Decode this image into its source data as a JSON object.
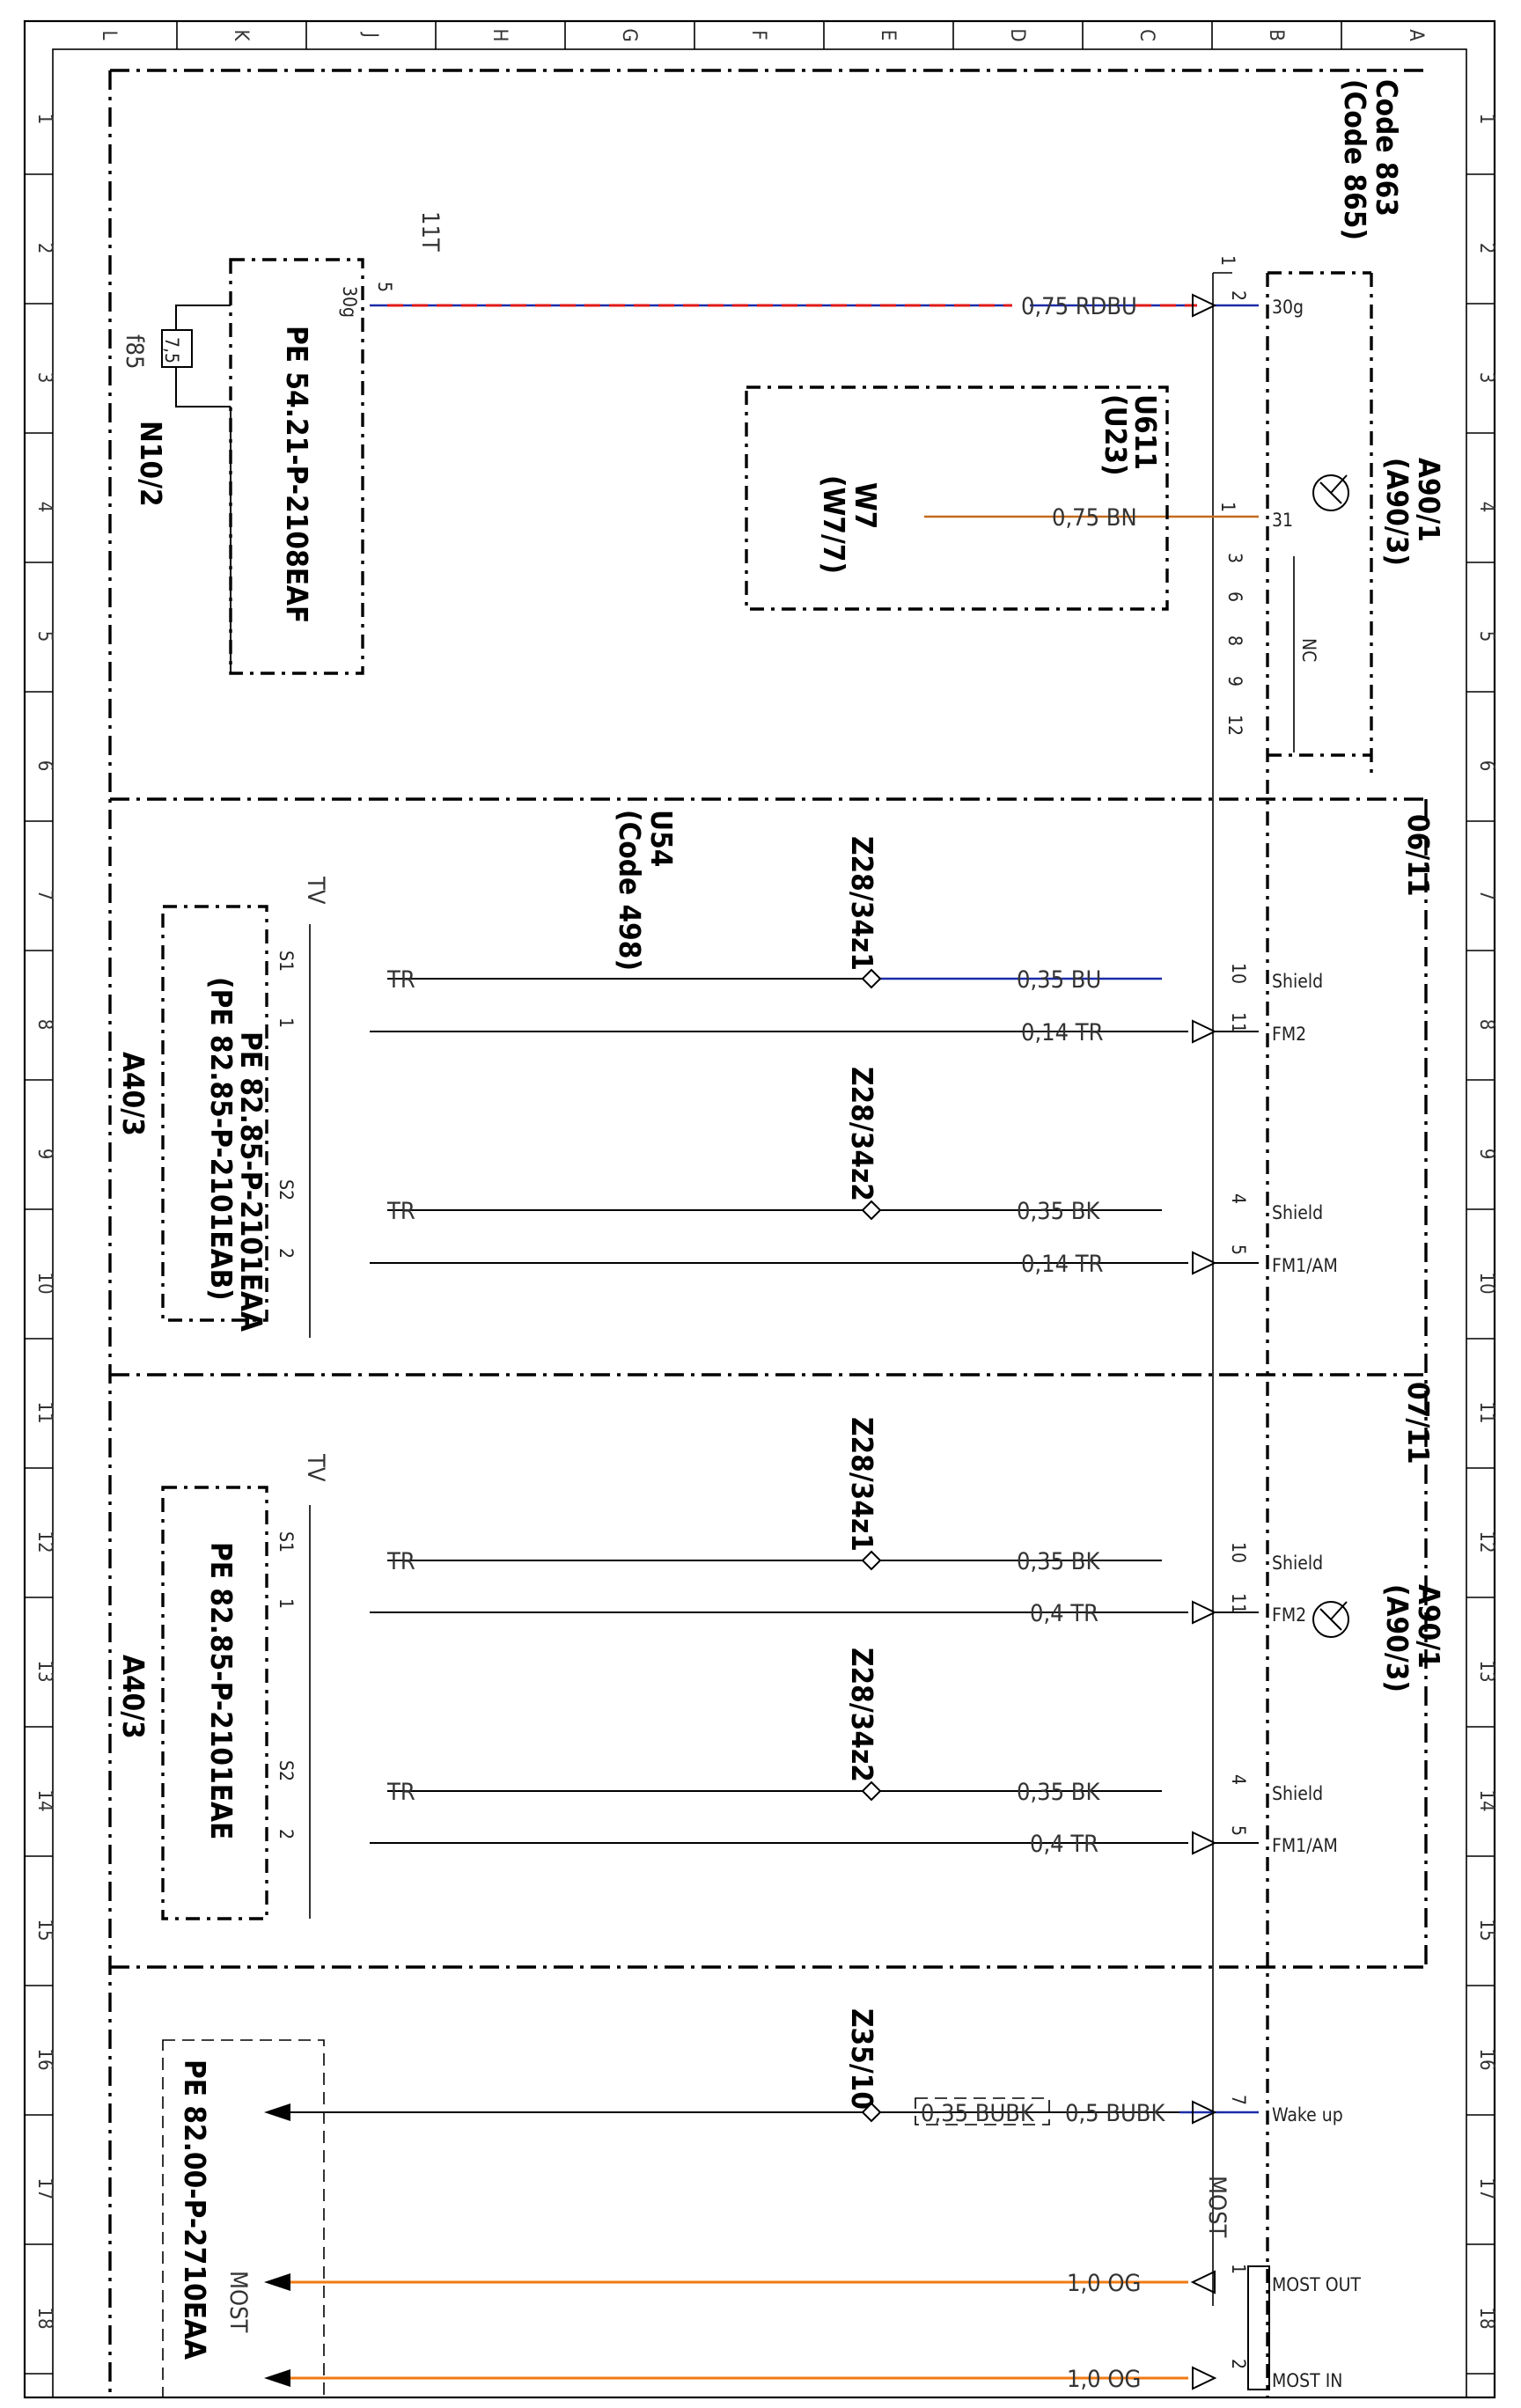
{
  "frame": {
    "columns": [
      "L",
      "K",
      "J",
      "H",
      "G",
      "F",
      "E",
      "D",
      "C",
      "B",
      "A"
    ],
    "rows": [
      "1",
      "2",
      "3",
      "4",
      "5",
      "6",
      "7",
      "8",
      "9",
      "10",
      "11",
      "12",
      "13",
      "14",
      "15",
      "16",
      "17",
      "18"
    ]
  },
  "header_right": {
    "code1": "Code 863",
    "code2": "(Code 865)"
  },
  "components": {
    "a90_top": {
      "name": "A90/1",
      "alt": "(A90/3)"
    },
    "a90_bottom": {
      "name": "A90/1",
      "alt": "(A90/3)"
    },
    "n10": {
      "name": "N10/2",
      "fuse_id": "f85",
      "fuse_value": "7,5",
      "pin_5": "5",
      "pin_30g": "30g",
      "connector": "11T"
    },
    "u611": {
      "name": "U611",
      "alt": "(U23)"
    },
    "w7": {
      "name": "W7",
      "alt": "(W7/7)"
    },
    "u54": {
      "name": "U54",
      "alt": "(Code 498)"
    },
    "a40_top": {
      "name": "A40/3"
    },
    "a40_bottom": {
      "name": "A40/3"
    },
    "tv_label": "TV",
    "most_label": "MOST"
  },
  "refs": {
    "pe_n10": "PE 54.21-P-2108EAF",
    "pe_a40_1": "PE 82.85-P-2101EAA",
    "pe_a40_2": "(PE 82.85-P-2101EAB)",
    "pe_a40_3": "PE 82.85-P-2101EAE",
    "pe_most": "PE 82.00-P-2710EAA"
  },
  "jump_refs": {
    "to_06": "06/11",
    "from_07": "07/11"
  },
  "splices": {
    "z1": "Z28/34z1",
    "z2": "Z28/34z2",
    "z3": "Z28/34z1",
    "z4": "Z28/34z2",
    "z35": "Z35/10"
  },
  "pins": {
    "p1": "1",
    "p2": "2",
    "p30g": "30g",
    "p11a": "1",
    "p31": "31",
    "nc_pins": [
      "3",
      "6",
      "8",
      "9",
      "12"
    ],
    "nc": "NC",
    "shield": "Shield",
    "fm2": "FM2",
    "fm1am": "FM1/AM",
    "p10": "10",
    "p11": "11",
    "p4": "4",
    "p5": "5",
    "wakeup_pin": "7",
    "wakeup": "Wake up",
    "most_out_pin": "1",
    "most_out": "MOST OUT",
    "most_in_pin": "2",
    "most_in": "MOST IN",
    "s1": "S1",
    "s2": "S2",
    "one": "1",
    "two": "2"
  },
  "wires": {
    "rdbu": "0,75 RDBU",
    "bn": "0,75 BN",
    "w1": "0,35 BU",
    "w2": "0,14 TR",
    "w3": "0,35 BK",
    "w4": "0,14 TR",
    "w5": "0,35 BK",
    "w6": "0,4 TR",
    "w7": "0,35 BK",
    "w8": "0,4 TR",
    "bubk_alt": "0,35 BUBK",
    "bubk": "0,5 BUBK",
    "og1": "1,0 OG",
    "og2": "1,0 OG",
    "tr": "TR"
  },
  "colors": {
    "blue": "#1b2ca8",
    "brown": "#c36a1d",
    "orange": "#f07a12",
    "red": "#e01a1a"
  }
}
